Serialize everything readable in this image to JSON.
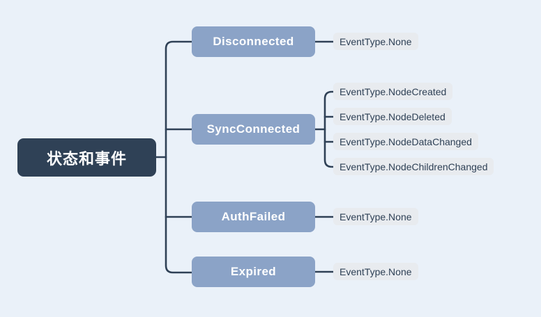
{
  "diagram": {
    "type": "mindmap",
    "title": "状态和事件",
    "colors": {
      "background": "#eaf1f9",
      "root_fill": "#2f4156",
      "root_text": "#ffffff",
      "branch_fill": "#8ba3c7",
      "branch_text": "#ffffff",
      "leaf_fill": "#e8ebef",
      "leaf_text": "#2f4156",
      "connector": "#2f4156"
    },
    "root": {
      "label": "状态和事件"
    },
    "branches": [
      {
        "label": "Disconnected",
        "events": [
          {
            "label": "EventType.None"
          }
        ]
      },
      {
        "label": "SyncConnected",
        "events": [
          {
            "label": "EventType.NodeCreated"
          },
          {
            "label": "EventType.NodeDeleted"
          },
          {
            "label": "EventType.NodeDataChanged"
          },
          {
            "label": "EventType.NodeChildrenChanged"
          }
        ]
      },
      {
        "label": "AuthFailed",
        "events": [
          {
            "label": "EventType.None"
          }
        ]
      },
      {
        "label": "Expired",
        "events": [
          {
            "label": "EventType.None"
          }
        ]
      }
    ]
  }
}
